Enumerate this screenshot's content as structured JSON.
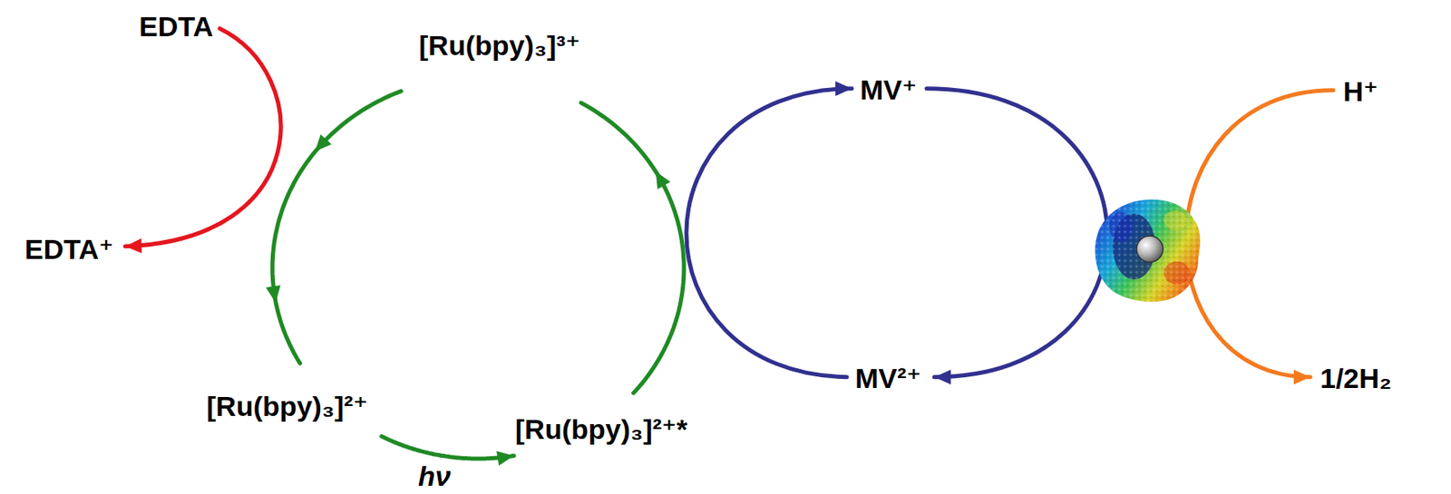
{
  "diagram": {
    "nodes": [
      {
        "text": [
          "EDTA"
        ]
      },
      {
        "text": [
          "[Ru(bpy)₃]³⁺"
        ]
      },
      {
        "text": [
          "MV⁺"
        ]
      },
      {
        "text": [
          "H⁺"
        ]
      },
      {
        "text": [
          "EDTA⁺"
        ]
      },
      {
        "text": [
          "[Ru(bpy)₃]²⁺"
        ]
      },
      {
        "text": [
          "[Ru(bpy)₃]²⁺*"
        ]
      },
      {
        "text": [
          "MV²⁺"
        ]
      },
      {
        "text": [
          "1/2H₂"
        ]
      }
    ],
    "edges": [
      {
        "from": 0,
        "to": 4,
        "arrow": "to"
      },
      {
        "from": 1,
        "to": 5,
        "arrow": "to"
      },
      {
        "from": 5,
        "to": 6,
        "label": "hν",
        "arrow": "to"
      },
      {
        "from": 6,
        "to": 1,
        "arrow": "to"
      },
      {
        "from": 7,
        "to": 2,
        "arrow": "to"
      },
      {
        "from": 2,
        "to": 7,
        "arrow": "to"
      },
      {
        "from": 3,
        "to": 8,
        "arrow": "to"
      }
    ]
  }
}
